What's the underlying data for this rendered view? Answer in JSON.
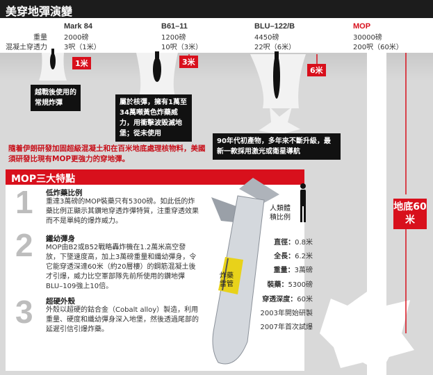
{
  "title": "美穿地彈演變",
  "labels": {
    "weight": "重量",
    "penetration": "混凝土穿透力"
  },
  "bombs": [
    {
      "name": "Mark 84",
      "weight": "2000磅",
      "penetration": "3呎（1米）",
      "depth_tag": "1米"
    },
    {
      "name": "B61–11",
      "weight": "1200磅",
      "penetration": "10呎（3米）",
      "depth_tag": "3米"
    },
    {
      "name": "BLU–122/B",
      "weight": "4450磅",
      "penetration": "22呎（6米）",
      "depth_tag": "6米"
    },
    {
      "name": "MOP",
      "weight": "30000磅",
      "penetration": "200呎（60米）"
    }
  ],
  "captions": {
    "mark84": "越戰後使用的常規炸彈",
    "b61": "屬於核彈，擁有1萬至34萬噸黃色炸藥威力，用衝擊波毀滅地堡；從未使用",
    "blu": "90年代初產物，多年來不斷升級，最新一款採用激光或衛星導航"
  },
  "note": "隨着伊朗研發加固超級混凝土和在百米地底處理核物料，美國須研發比現有MOP更強力的穿地彈。",
  "panel": {
    "title": "MOP三大特點",
    "features": [
      {
        "num": "1",
        "title": "低炸藥比例",
        "body": "重達3萬磅的MOP裝藥只有5300磅。如此低的炸藥比例正顯示其鑽地穿透炸彈特質，注重穿透效果而不是單純的爆炸威力。"
      },
      {
        "num": "2",
        "title": "鐵幼彈身",
        "body": "MOP由B2或B52戰略轟炸機在1.2萬米高空發放，下墜速度高，加上3萬磅重量和纖幼彈身，令它能穿透深達60米（約20層樓）的鋼筋混凝土後才引爆，威力比空軍部隊先前所使用的鑽地彈BLU–109強上10倍。"
      },
      {
        "num": "3",
        "title": "超硬外殼",
        "body": "外殼以超硬的鈷合金（Cobalt alloy）製造，利用重量、硬度和纖幼彈身深入地堡，然後透過尾部的延遲引信引爆炸藥。"
      }
    ],
    "human_label": "人類體積比例",
    "fuse_label": "炸藥雷管"
  },
  "specs": [
    {
      "label": "直徑：",
      "value": "0.8米"
    },
    {
      "label": "全長：",
      "value": "6.2米"
    },
    {
      "label": "重量：",
      "value": "3萬磅"
    },
    {
      "label": "裝藥：",
      "value": "5300磅"
    },
    {
      "label": "穿透深度：",
      "value": "60米"
    }
  ],
  "years": [
    "2003年開始研製",
    "2007年首次試爆"
  ],
  "depth_label": "地底60米",
  "colors": {
    "accent": "#d8101c",
    "dark": "#1c1c1c",
    "ground": "#d9d9d9"
  }
}
